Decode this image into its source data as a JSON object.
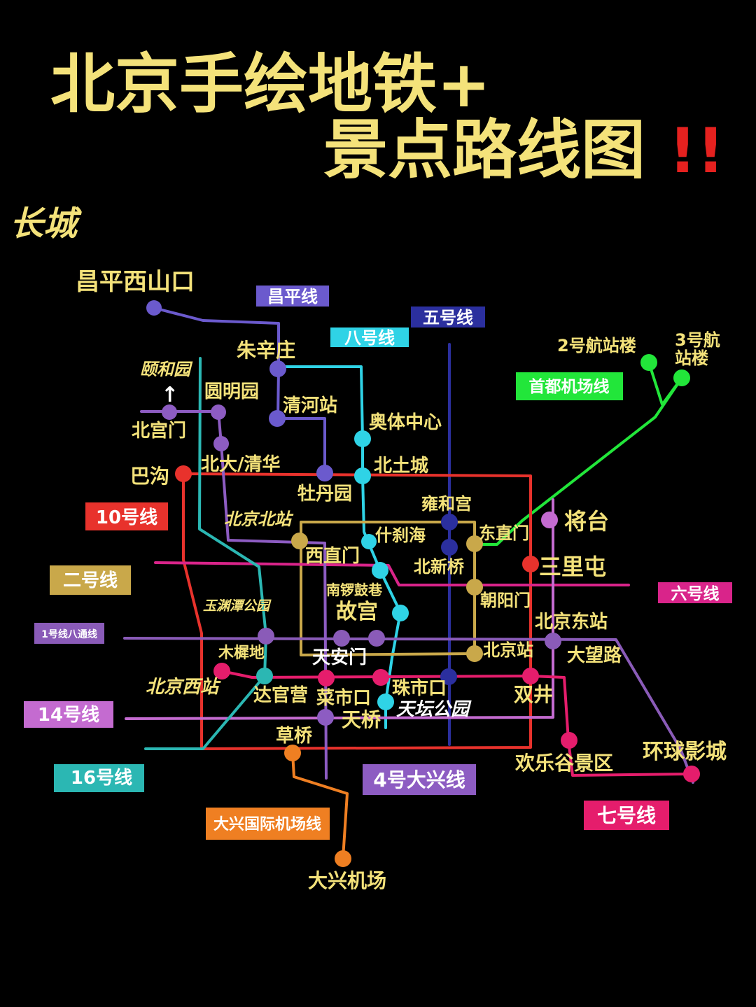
{
  "title": {
    "line1": "北京手绘地铁+",
    "line2": "景点路线图",
    "emphasis": "!!"
  },
  "corner_label": "长城",
  "colors": {
    "background": "#000000",
    "label": "#f4e27a",
    "changping": "#6b5acd",
    "line8": "#2fd3e6",
    "line5": "#2b2f9e",
    "airport": "#22e63a",
    "line10": "#e8322c",
    "line2": "#c9a84a",
    "line6": "#d9248a",
    "line1": "#8a5bb8",
    "line14": "#c46bd0",
    "line16": "#2bb7b3",
    "line4": "#8d5cc2",
    "daxing_airport": "#ef7f22",
    "line7": "#e51d6c"
  },
  "badges": {
    "changping": "昌平线",
    "line8": "八号线",
    "line5": "五号线",
    "airport": "首都机场线",
    "line10": "10号线",
    "line2": "二号线",
    "line6": "六号线",
    "line1": "1号线八通线",
    "line14": "14号线",
    "line16": "16号线",
    "line4": "4号大兴线",
    "daxing_airport": "大兴国际机场线",
    "line7": "七号线"
  },
  "stations": {
    "changping_xishankou": "昌平西山口",
    "zhuxinzhuang": "朱辛庄",
    "yiheyuan": "颐和园",
    "arrow": "↑",
    "yuanmingyuan": "圆明园",
    "beigongmen": "北宫门",
    "qinghezhan": "清河站",
    "aotizhongxin": "奥体中心",
    "beida_qinghua": "北大/清华",
    "beitucheng": "北土城",
    "bagou": "巴沟",
    "mudanyuan": "牡丹园",
    "yonghegong": "雍和宫",
    "beijingbeizhan": "北京北站",
    "dongzhimen": "东直门",
    "shichahai": "什刹海",
    "jiangtai": "将台",
    "xizhimen": "西直门",
    "beixinqiao": "北新桥",
    "sanlitun": "三里屯",
    "nanluoguxiang": "南锣鼓巷",
    "gugong": "故宫",
    "chaoyangmen": "朝阳门",
    "yuyuantan": "玉渊潭公园",
    "beijingdongzhan": "北京东站",
    "muxidi": "木樨地",
    "tiananmen": "天安门",
    "beijingzhan": "北京站",
    "dawanglu": "大望路",
    "beijingxizhan": "北京西站",
    "daguanying": "达官营",
    "caishikou": "菜市口",
    "zhushikou": "珠市口",
    "tiantangongyuan": "天坛公园",
    "shuangjing": "双井",
    "tianqiao": "天桥",
    "caoqiao": "草桥",
    "huanlegu": "欢乐谷景区",
    "huanqiu": "环球影城",
    "t2": "2号航站楼",
    "t3_line1": "3号航",
    "t3_line2": "站楼",
    "daxingjichang": "大兴机场"
  }
}
